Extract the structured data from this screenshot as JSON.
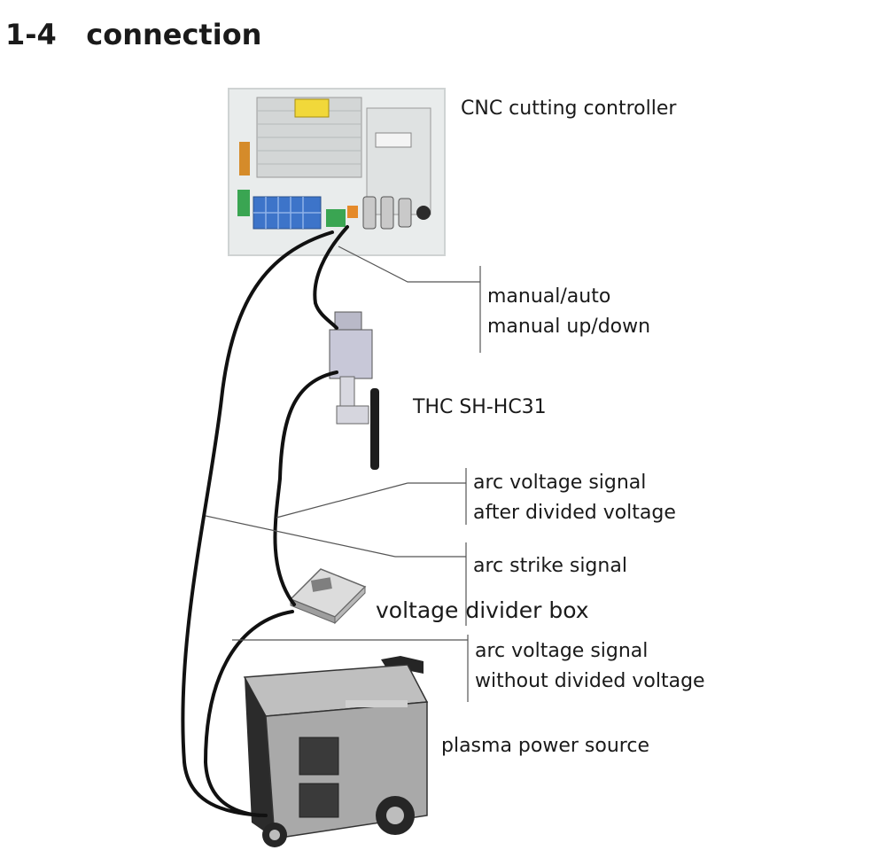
{
  "title": "1-4   connection",
  "components": {
    "controller": "CNC cutting controller",
    "thc": "THC SH-HC31",
    "divider": "voltage divider box",
    "plasma": "plasma power source"
  },
  "signals": {
    "manual": [
      "manual/auto",
      "manual up/down"
    ],
    "arc_divided": [
      "arc voltage signal",
      "after divided voltage"
    ],
    "arc_strike": [
      "arc strike signal"
    ],
    "arc_raw": [
      "arc voltage signal",
      "without divided voltage"
    ]
  }
}
